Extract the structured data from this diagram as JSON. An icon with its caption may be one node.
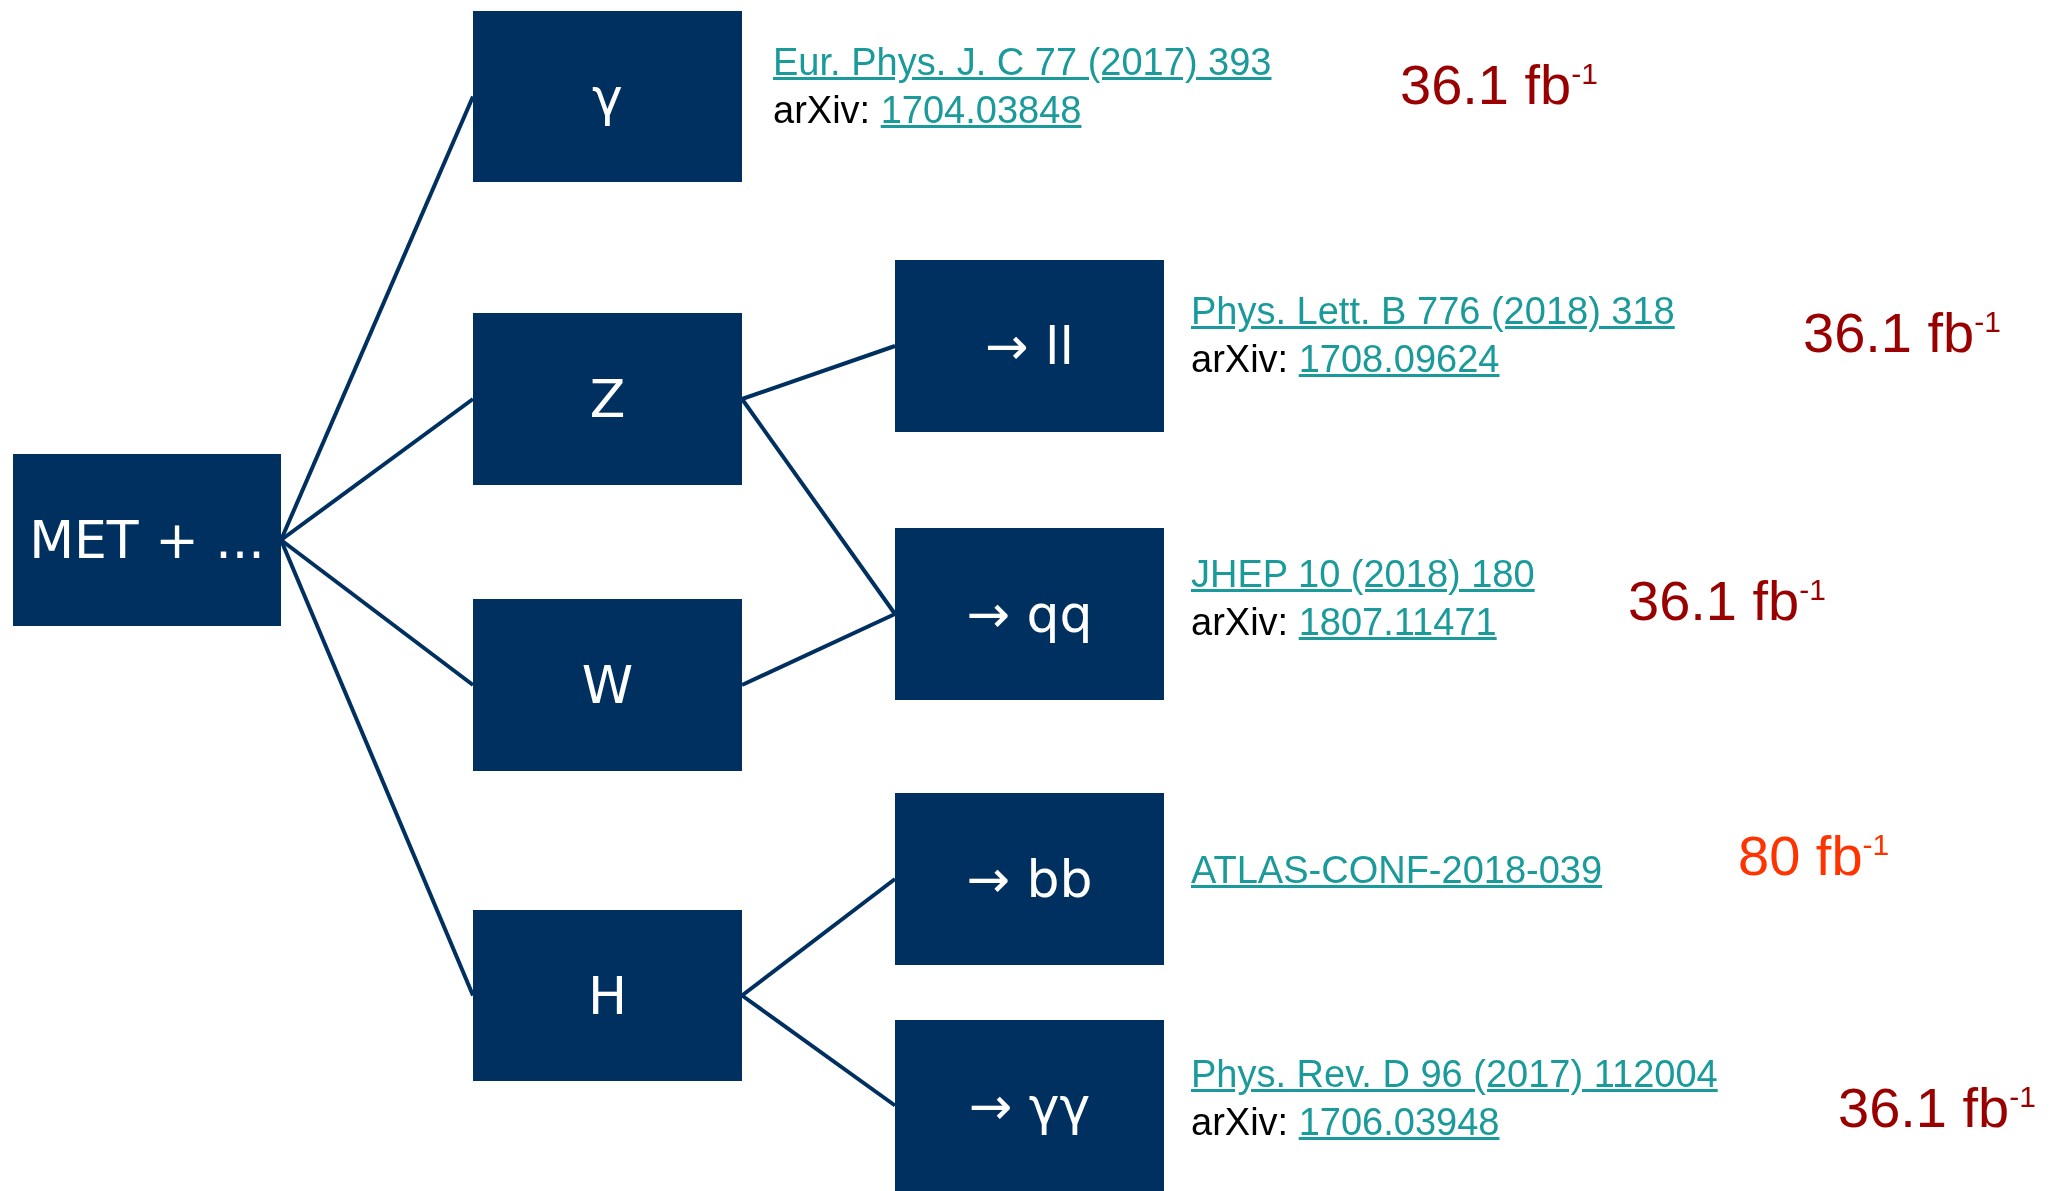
{
  "diagram": {
    "nodes": [
      {
        "text": [
          "MET + ..."
        ]
      },
      {
        "text": [
          "γ"
        ],
        "beside": [
          "Eur. Phys. J. C 77 (2017) 393",
          "arXiv:",
          "1704.03848",
          "36.1 fb$^{-1}$"
        ]
      },
      {
        "text": [
          "Z"
        ]
      },
      {
        "text": [
          "W"
        ]
      },
      {
        "text": [
          "H"
        ]
      },
      {
        "text": [
          "→ ll"
        ],
        "beside": [
          "Phys. Lett. B 776 (2018) 318",
          "arXiv:",
          "1708.09624",
          "36.1 fb$^{-1}$"
        ]
      },
      {
        "text": [
          "→ qq"
        ],
        "beside": [
          "JHEP 10 (2018) 180",
          "arXiv:",
          "1807.11471",
          "36.1 fb$^{-1}$"
        ]
      },
      {
        "text": [
          "→ bb"
        ],
        "beside": [
          "ATLAS-CONF-2018-039",
          "80 fb$^{-1}$"
        ]
      },
      {
        "text": [
          "→ γγ"
        ],
        "beside": [
          "Phys. Rev. D 96 (2017) 112004",
          "arXiv:",
          "1706.03948",
          "36.1 fb$^{-1}$"
        ]
      }
    ],
    "edges": [
      {
        "from": 0,
        "to": 1,
        "arrow": "none"
      },
      {
        "from": 0,
        "to": 2,
        "arrow": "none"
      },
      {
        "from": 0,
        "to": 3,
        "arrow": "none"
      },
      {
        "from": 0,
        "to": 4,
        "arrow": "none"
      },
      {
        "from": 2,
        "to": 5,
        "arrow": "none"
      },
      {
        "from": 2,
        "to": 6,
        "arrow": "none"
      },
      {
        "from": 3,
        "to": 6,
        "arrow": "none"
      },
      {
        "from": 4,
        "to": 7,
        "arrow": "none"
      },
      {
        "from": 4,
        "to": 8,
        "arrow": "none"
      }
    ]
  }
}
